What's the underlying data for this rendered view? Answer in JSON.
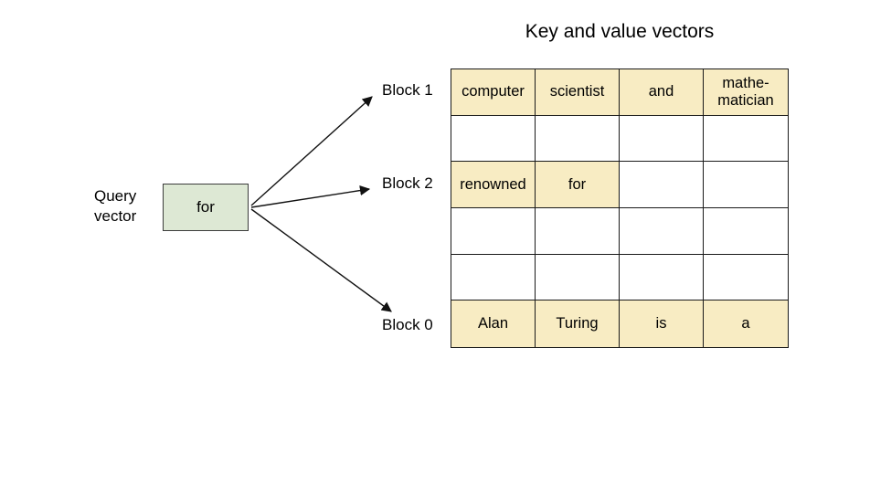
{
  "title": "Key and value vectors",
  "query_vector": {
    "label": "Query\nvector",
    "value": "for"
  },
  "block_labels": {
    "block1": "Block 1",
    "block2": "Block 2",
    "block0": "Block 0"
  },
  "table": {
    "rows": [
      {
        "cells": [
          {
            "text": "computer",
            "filled": true
          },
          {
            "text": "scientist",
            "filled": true
          },
          {
            "text": "and",
            "filled": true
          },
          {
            "text": "mathe-\nmatician",
            "filled": true
          }
        ]
      },
      {
        "cells": [
          {
            "text": "",
            "filled": false
          },
          {
            "text": "",
            "filled": false
          },
          {
            "text": "",
            "filled": false
          },
          {
            "text": "",
            "filled": false
          }
        ]
      },
      {
        "cells": [
          {
            "text": "renowned",
            "filled": true
          },
          {
            "text": "for",
            "filled": true
          },
          {
            "text": "",
            "filled": false
          },
          {
            "text": "",
            "filled": false
          }
        ]
      },
      {
        "cells": [
          {
            "text": "",
            "filled": false
          },
          {
            "text": "",
            "filled": false
          },
          {
            "text": "",
            "filled": false
          },
          {
            "text": "",
            "filled": false
          }
        ]
      },
      {
        "cells": [
          {
            "text": "",
            "filled": false
          },
          {
            "text": "",
            "filled": false
          },
          {
            "text": "",
            "filled": false
          },
          {
            "text": "",
            "filled": false
          }
        ]
      },
      {
        "cells": [
          {
            "text": "Alan",
            "filled": true
          },
          {
            "text": "Turing",
            "filled": true
          },
          {
            "text": "is",
            "filled": true
          },
          {
            "text": "a",
            "filled": true
          }
        ]
      }
    ]
  },
  "colors": {
    "cell_fill": "#f8ecc3",
    "query_fill": "#dde8d4",
    "arrow": "#111111"
  }
}
